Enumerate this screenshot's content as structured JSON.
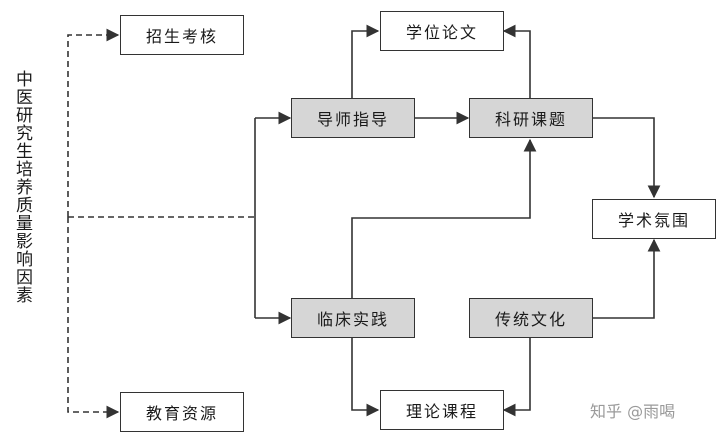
{
  "side_label": "中医研究生培养质量影响因素",
  "nodes": {
    "zhaosheng": "招生考核",
    "jiaoyu": "教育资源",
    "daoshi": "导师指导",
    "linchuang": "临床实践",
    "xuewei": "学位论文",
    "keyan": "科研课题",
    "xueshu": "学术氛围",
    "chuantong": "传统文化",
    "lilun": "理论课程"
  },
  "watermark": "知乎 @雨喝",
  "colors": {
    "line": "#333333",
    "box_fill_shaded": "#d6d6d6"
  }
}
